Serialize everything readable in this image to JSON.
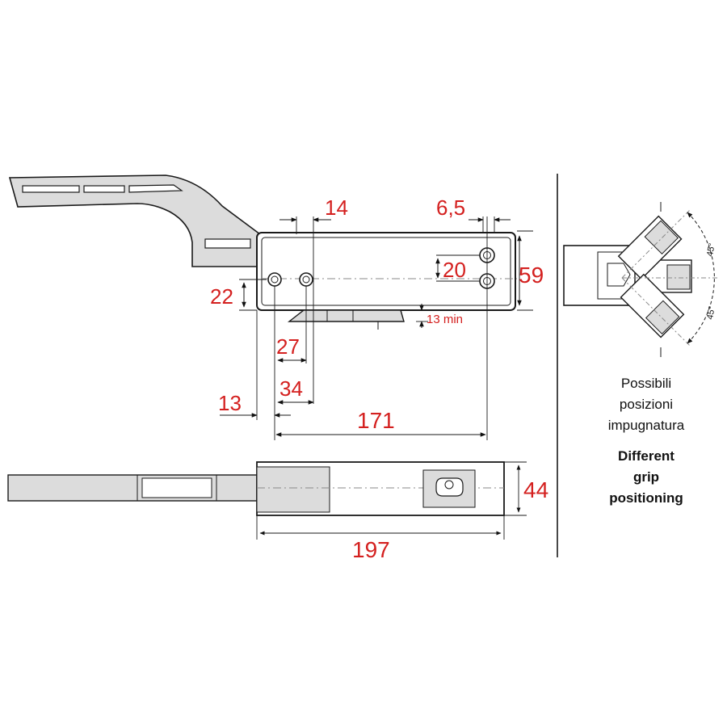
{
  "dimensions": {
    "d14": "14",
    "d6_5": "6,5",
    "d20": "20",
    "d59": "59",
    "d22": "22",
    "d13min": "13 min",
    "d27": "27",
    "d34": "34",
    "d13": "13",
    "d171": "171",
    "d44": "44",
    "d197": "197",
    "angle_top": "45°",
    "angle_bottom": "45°"
  },
  "captions": {
    "italian": [
      "Possibili",
      "posizioni",
      "impugnatura"
    ],
    "english": [
      "Different",
      "grip",
      "positioning"
    ]
  },
  "colors": {
    "dimension_text": "#d4201f",
    "outline": "#1a1a1a",
    "part_fill": "#dcdcdc"
  }
}
